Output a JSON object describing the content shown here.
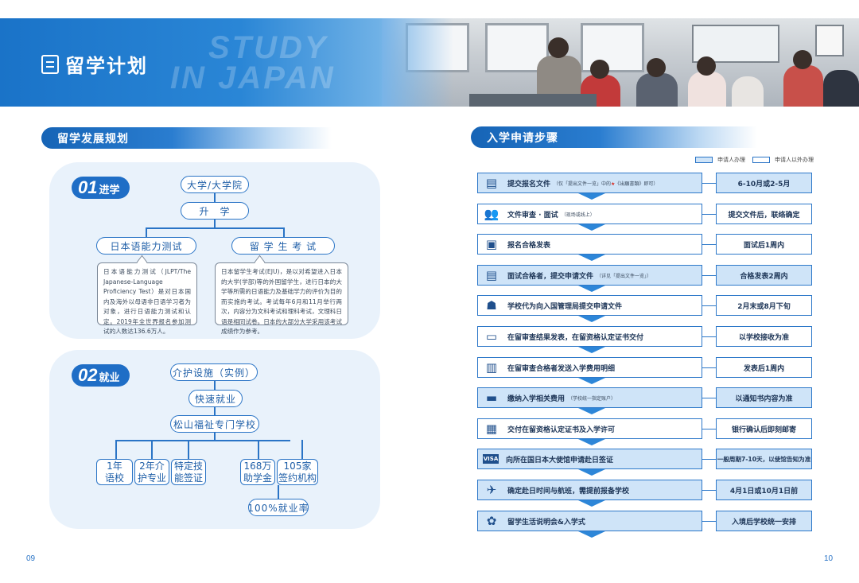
{
  "banner": {
    "title": "留学计划",
    "watermark_line1": "STUDY",
    "watermark_line2": "IN JAPAN"
  },
  "left": {
    "section_title": "留学发展规划",
    "block1": {
      "num": "01",
      "label": "进学",
      "university": "大学/大学院",
      "advance": "升　学",
      "jlpt_title": "日本语能力测试",
      "eju_title": "留 学 生 考 试",
      "jlpt_desc": "日本语能力测试（JLPT/The Japanese-Language Proficiency Test）是对日本国内及海外以母语非日语学习者为对象，进行日语能力测试和认定。2019年全世界报名参加测试的人数达136.6万人。",
      "eju_desc": "日本留学生考试(EJU)，是以对希望进入日本的大学(学部)等的外国留学生，进行日本的大学等所需的日语能力及基础学力的评价为目的而实施的考试。考试每年6月和11月举行两次，内容分为文科考试和理科考试，文理科日语是相同试卷。日本的大部分大学采用该考试成绩作为参考。"
    },
    "block2": {
      "num": "02",
      "label": "就业",
      "nursing": "介护设施（实例）",
      "quick_job": "快速就业",
      "school": "松山福祉专门学校",
      "opt1": "1年\n语校",
      "opt2": "2年介\n护专业",
      "opt3": "特定技\n能签证",
      "opt4": "168万\n助学金",
      "opt5": "105家\n签约机构",
      "employment": "100%就业率"
    }
  },
  "right": {
    "section_title": "入学申请步骤",
    "legend_applicant": "申请人办理",
    "legend_other": "申请人以外办理",
    "steps": [
      {
        "icon": "document-form-icon",
        "glyph": "▤",
        "text": "提交报名文件",
        "note_pre": "（仅「提出文件一览」中的",
        "note_star": "★",
        "note_post": "《出願書類》即可）",
        "time": "6-10月或2-5月",
        "highlight": true
      },
      {
        "icon": "interview-icon",
        "glyph": "👥",
        "text": "文件审查 · 面试",
        "note_pre": "（现场或线上）",
        "note_star": "",
        "note_post": "",
        "time": "提交文件后，联络确定",
        "highlight": false
      },
      {
        "icon": "approval-document-icon",
        "glyph": "▣",
        "text": "报名合格发表",
        "note_pre": "",
        "note_star": "",
        "note_post": "",
        "time": "面试后1周内",
        "highlight": false
      },
      {
        "icon": "document-form-icon",
        "glyph": "▤",
        "text": "面试合格者，提交申请文件",
        "note_pre": "（详见「提出文件一览」）",
        "note_star": "",
        "note_post": "",
        "time": "合格发表2周内",
        "highlight": true
      },
      {
        "icon": "agent-submit-icon",
        "glyph": "☗",
        "text": "学校代为向入国管理局提交申请文件",
        "note_pre": "",
        "note_star": "",
        "note_post": "",
        "time": "2月末或8月下旬",
        "highlight": false
      },
      {
        "icon": "id-card-icon",
        "glyph": "▭",
        "text": "在留审查结果发表，在留资格认定证书交付",
        "note_pre": "",
        "note_star": "",
        "note_post": "",
        "time": "以学校接收为准",
        "highlight": false
      },
      {
        "icon": "clipboard-icon",
        "glyph": "▥",
        "text": "在留审查合格者发送入学费用明细",
        "note_pre": "",
        "note_star": "",
        "note_post": "",
        "time": "发表后1周内",
        "highlight": false
      },
      {
        "icon": "wallet-icon",
        "glyph": "▬",
        "text": "缴纳入学相关费用",
        "note_pre": "（学校统一指定账户）",
        "note_star": "",
        "note_post": "",
        "time": "以通知书内容为准",
        "highlight": true
      },
      {
        "icon": "certificate-icon",
        "glyph": "▦",
        "text": "交付在留资格认定证书及入学许可",
        "note_pre": "",
        "note_star": "",
        "note_post": "",
        "time": "银行确认后即刻邮寄",
        "highlight": false
      },
      {
        "icon": "visa-icon",
        "glyph": "VISA",
        "text": "向所在国日本大使馆申请赴日签证",
        "note_pre": "",
        "note_star": "",
        "note_post": "",
        "time": "一般周期7-10天，以使馆告知为准",
        "highlight": true
      },
      {
        "icon": "airplane-icon",
        "glyph": "✈",
        "text": "确定赴日时间与航班，需提前报备学校",
        "note_pre": "",
        "note_star": "",
        "note_post": "",
        "time": "4月1日或10月1日前",
        "highlight": true
      },
      {
        "icon": "sakura-icon",
        "glyph": "✿",
        "text": "留学生活说明会&入学式",
        "note_pre": "",
        "note_star": "",
        "note_post": "",
        "time": "入境后学校统一安排",
        "highlight": true
      }
    ]
  },
  "pages": {
    "left": "09",
    "right": "10"
  },
  "colors": {
    "primary": "#1f6ec6",
    "light_panel": "#e9f2fb",
    "highlight_step": "#cfe4f8",
    "arrow": "#2d86d8"
  }
}
